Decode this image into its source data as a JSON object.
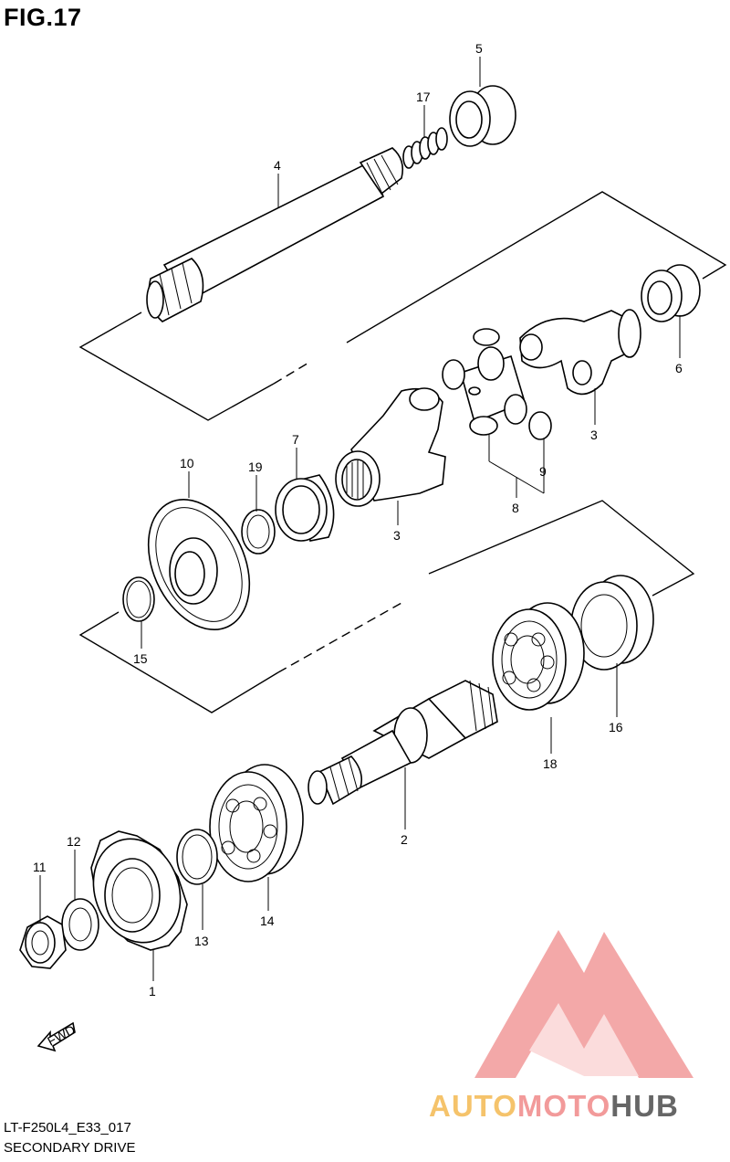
{
  "figure": {
    "title": "FIG.17",
    "code": "LT-F250L4_E33_017",
    "name": "SECONDARY DRIVE",
    "fwd_label": "FWD"
  },
  "watermark": {
    "part1": "AUTO",
    "part2": "MOTO",
    "part3": "HUB",
    "color1": "#f5c36b",
    "color2": "#f29a9a",
    "color3": "#666666",
    "logo_color": "#f29a9a"
  },
  "callouts": [
    "1",
    "2",
    "3",
    "3",
    "4",
    "5",
    "6",
    "7",
    "8",
    "9",
    "10",
    "11",
    "12",
    "13",
    "14",
    "15",
    "16",
    "17",
    "18",
    "19"
  ]
}
